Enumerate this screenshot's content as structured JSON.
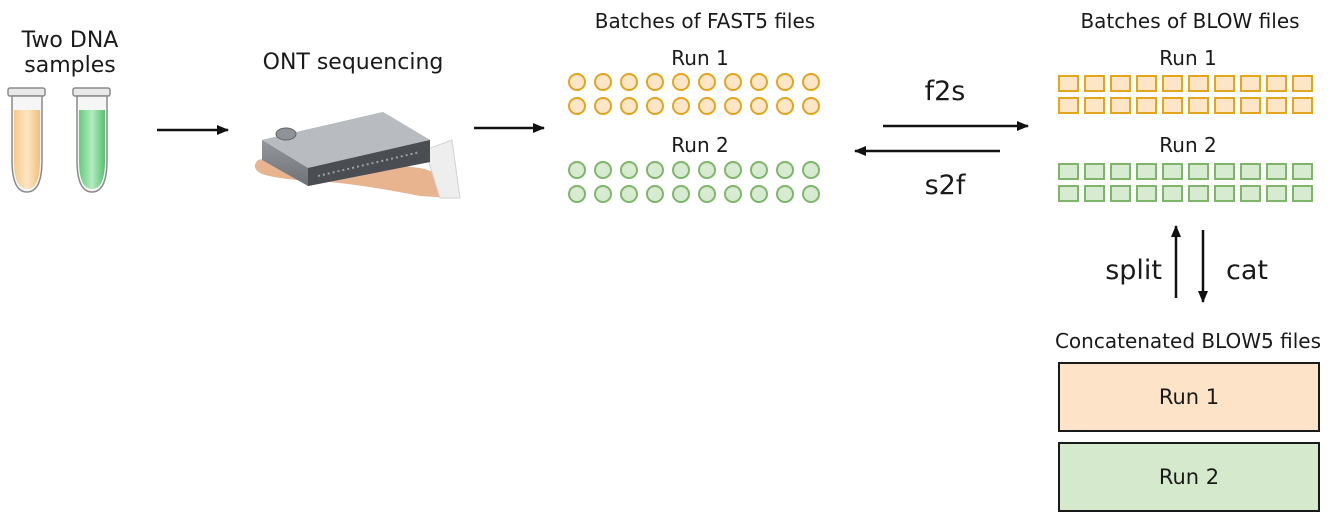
{
  "samples": {
    "label_line1": "Two DNA",
    "label_line2": "samples"
  },
  "sequencing": {
    "label": "ONT sequencing"
  },
  "fast5": {
    "title": "Batches of FAST5 files",
    "run1": "Run 1",
    "run2": "Run 2"
  },
  "conversion": {
    "forward": "f2s",
    "reverse": "s2f"
  },
  "blow": {
    "title": "Batches of BLOW files",
    "run1": "Run 1",
    "run2": "Run 2"
  },
  "split_cat": {
    "up": "split",
    "down": "cat"
  },
  "concat": {
    "title": "Concatenated BLOW5 files",
    "run1": "Run 1",
    "run2": "Run 2"
  },
  "colors": {
    "orange_stroke": "#e3a51c",
    "orange_fill": "#fde6c8",
    "green_stroke": "#7fb56a",
    "green_fill": "#d7ebd0"
  }
}
